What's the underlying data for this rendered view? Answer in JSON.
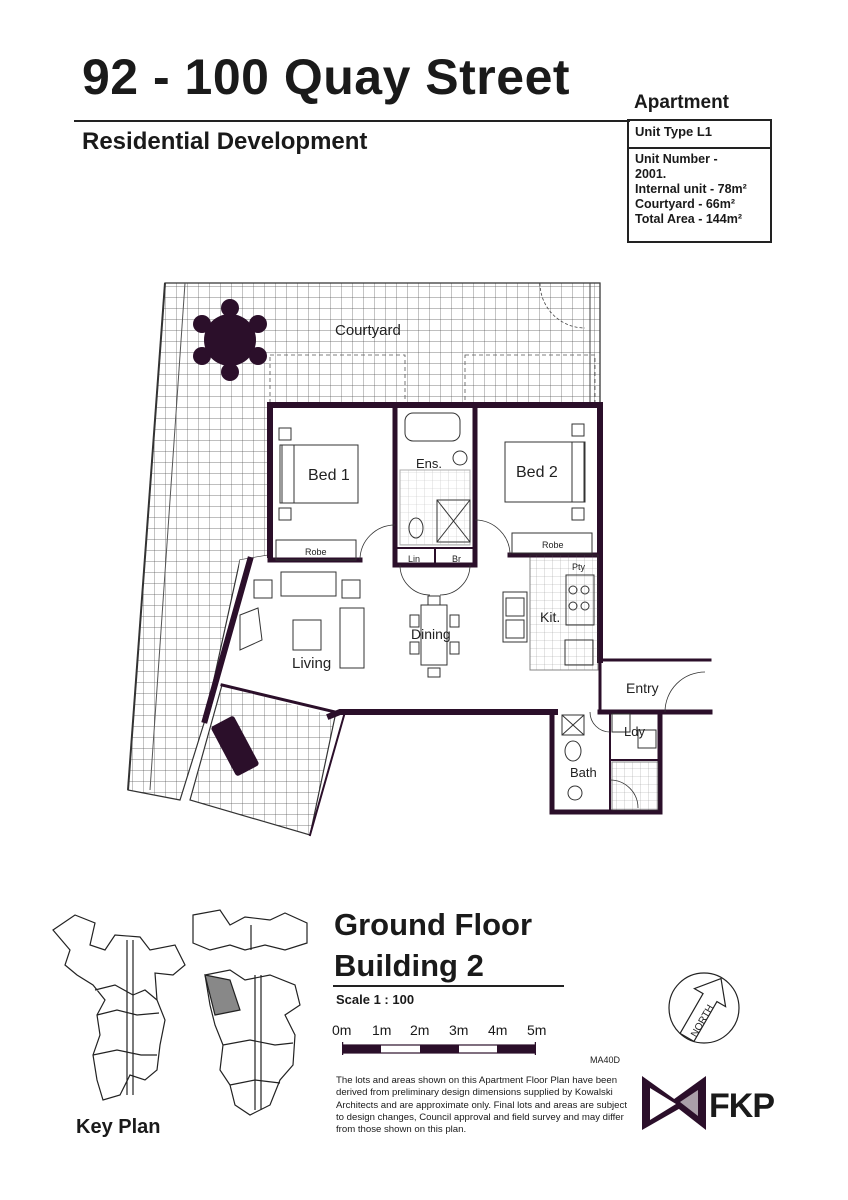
{
  "header": {
    "title": "92 - 100 Quay Street",
    "subtitle": "Residential Development",
    "category": "Apartment"
  },
  "unit": {
    "type": "Unit Type L1",
    "number_line1": "Unit Number -",
    "number_line2": "2001.",
    "internal": "Internal unit - 78m²",
    "courtyard": "Courtyard - 66m²",
    "total": "Total Area - 144m²"
  },
  "rooms": {
    "courtyard": "Courtyard",
    "bed1": "Bed 1",
    "bed2": "Bed 2",
    "ensuite": "Ens.",
    "robe1": "Robe",
    "robe2": "Robe",
    "linen": "Lin",
    "broom": "Br",
    "pantry": "Pty",
    "kitchen": "Kit.",
    "dining": "Dining",
    "living": "Living",
    "entry": "Entry",
    "laundry": "Ldy",
    "bath": "Bath"
  },
  "floor_info": {
    "floor": "Ground Floor",
    "building": "Building 2",
    "scale": "Scale 1 : 100",
    "ticks": [
      "0m",
      "1m",
      "2m",
      "3m",
      "4m",
      "5m"
    ],
    "drawing_code": "MA40D",
    "north": "NORTH"
  },
  "disclaimer": "The lots and areas shown on this Apartment Floor Plan have been derived from preliminary design dimensions supplied by Kowalski Architects and are approximate only. Final lots and areas are subject to design changes, Council approval and field survey and may differ from those shown on this plan.",
  "key_plan_label": "Key Plan",
  "brand": {
    "name": "FKP",
    "color": "#2b0f2a"
  }
}
